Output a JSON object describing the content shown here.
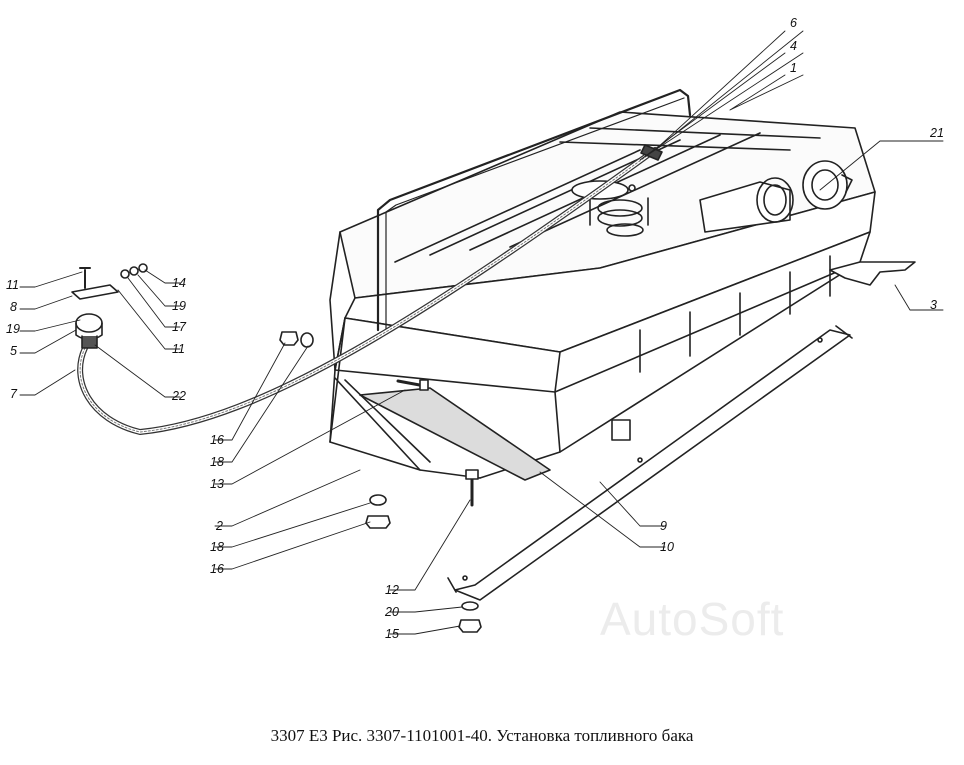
{
  "caption": "3307 Е3 Рис. 3307-1101001-40. Установка топливного бака",
  "watermark": "AutoSoft",
  "callouts": [
    "6",
    "4",
    "1",
    "21",
    "3",
    "11",
    "8",
    "19",
    "5",
    "7",
    "14",
    "19",
    "17",
    "11",
    "22",
    "16",
    "18",
    "13",
    "2",
    "18",
    "16",
    "12",
    "20",
    "15",
    "9",
    "10"
  ]
}
